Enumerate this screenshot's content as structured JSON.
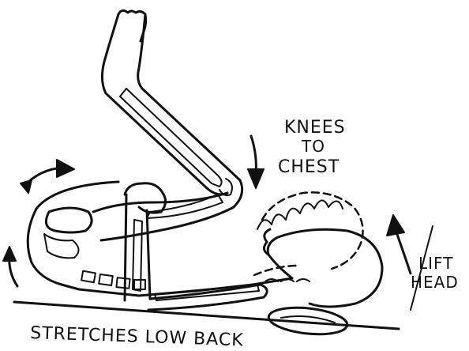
{
  "captions": {
    "knees_line1": "KNEES",
    "knees_line2": "TO",
    "knees_line3": "CHEST",
    "lift_line1": "LIFT",
    "lift_line2": "HEAD",
    "stretch": "STRETCHES LOW BACK"
  },
  "colors": {
    "ink": "#111111",
    "paper": "#ffffff"
  }
}
